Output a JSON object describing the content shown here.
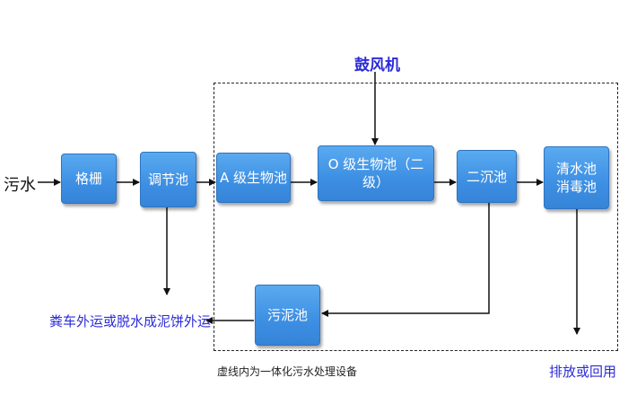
{
  "input_label": "污水",
  "blower_label": "鼓风机",
  "nodes": {
    "grille": "格栅",
    "regulating_tank": "调节池",
    "a_bio_tank": "A 级生物池",
    "o_bio_tank": "O 级生物池（二级）",
    "secondary_clarifier": "二沉池",
    "clear_tank_line1": "清水池",
    "clear_tank_line2": "消毒池",
    "sludge_tank": "污泥池"
  },
  "sludge_disposal_label": "粪车外运或脱水成泥饼外运",
  "discharge_label": "排放或回用",
  "boundary_note": "虚线内为一体化污水处理设备"
}
